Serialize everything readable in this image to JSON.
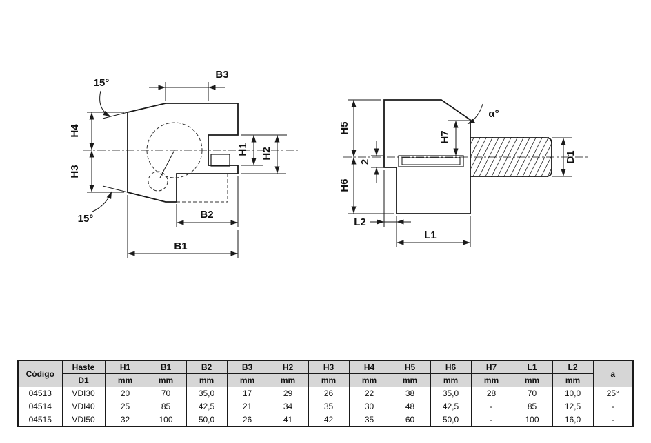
{
  "colors": {
    "line": "#1a1a1a",
    "table_header_bg": "#d6d6d6"
  },
  "diagram": {
    "left": {
      "h4": "H4",
      "h3": "H3",
      "h1": "H1",
      "h2": "H2",
      "b1": "B1",
      "b2": "B2",
      "b3": "B3",
      "angle_top": "15°",
      "angle_bottom": "15°"
    },
    "right": {
      "h5": "H5",
      "h6": "H6",
      "h7": "H7",
      "two": "2",
      "l1": "L1",
      "l2": "L2",
      "d1": "D1",
      "alpha": "α°"
    }
  },
  "table": {
    "header": {
      "codigo": "Código",
      "haste": "Haste",
      "d1": "D1",
      "mm": "mm",
      "a": "a",
      "cols": [
        "H1",
        "B1",
        "B2",
        "B3",
        "H2",
        "H3",
        "H4",
        "H5",
        "H6",
        "H7",
        "L1",
        "L2"
      ]
    },
    "rows": [
      {
        "codigo": "04513",
        "haste": "VDI30",
        "values": [
          "20",
          "70",
          "35,0",
          "17",
          "29",
          "26",
          "22",
          "38",
          "35,0",
          "28",
          "70",
          "10,0"
        ],
        "a": "25°"
      },
      {
        "codigo": "04514",
        "haste": "VDI40",
        "values": [
          "25",
          "85",
          "42,5",
          "21",
          "34",
          "35",
          "30",
          "48",
          "42,5",
          "-",
          "85",
          "12,5"
        ],
        "a": "-"
      },
      {
        "codigo": "04515",
        "haste": "VDI50",
        "values": [
          "32",
          "100",
          "50,0",
          "26",
          "41",
          "42",
          "35",
          "60",
          "50,0",
          "-",
          "100",
          "16,0"
        ],
        "a": "-"
      }
    ]
  }
}
